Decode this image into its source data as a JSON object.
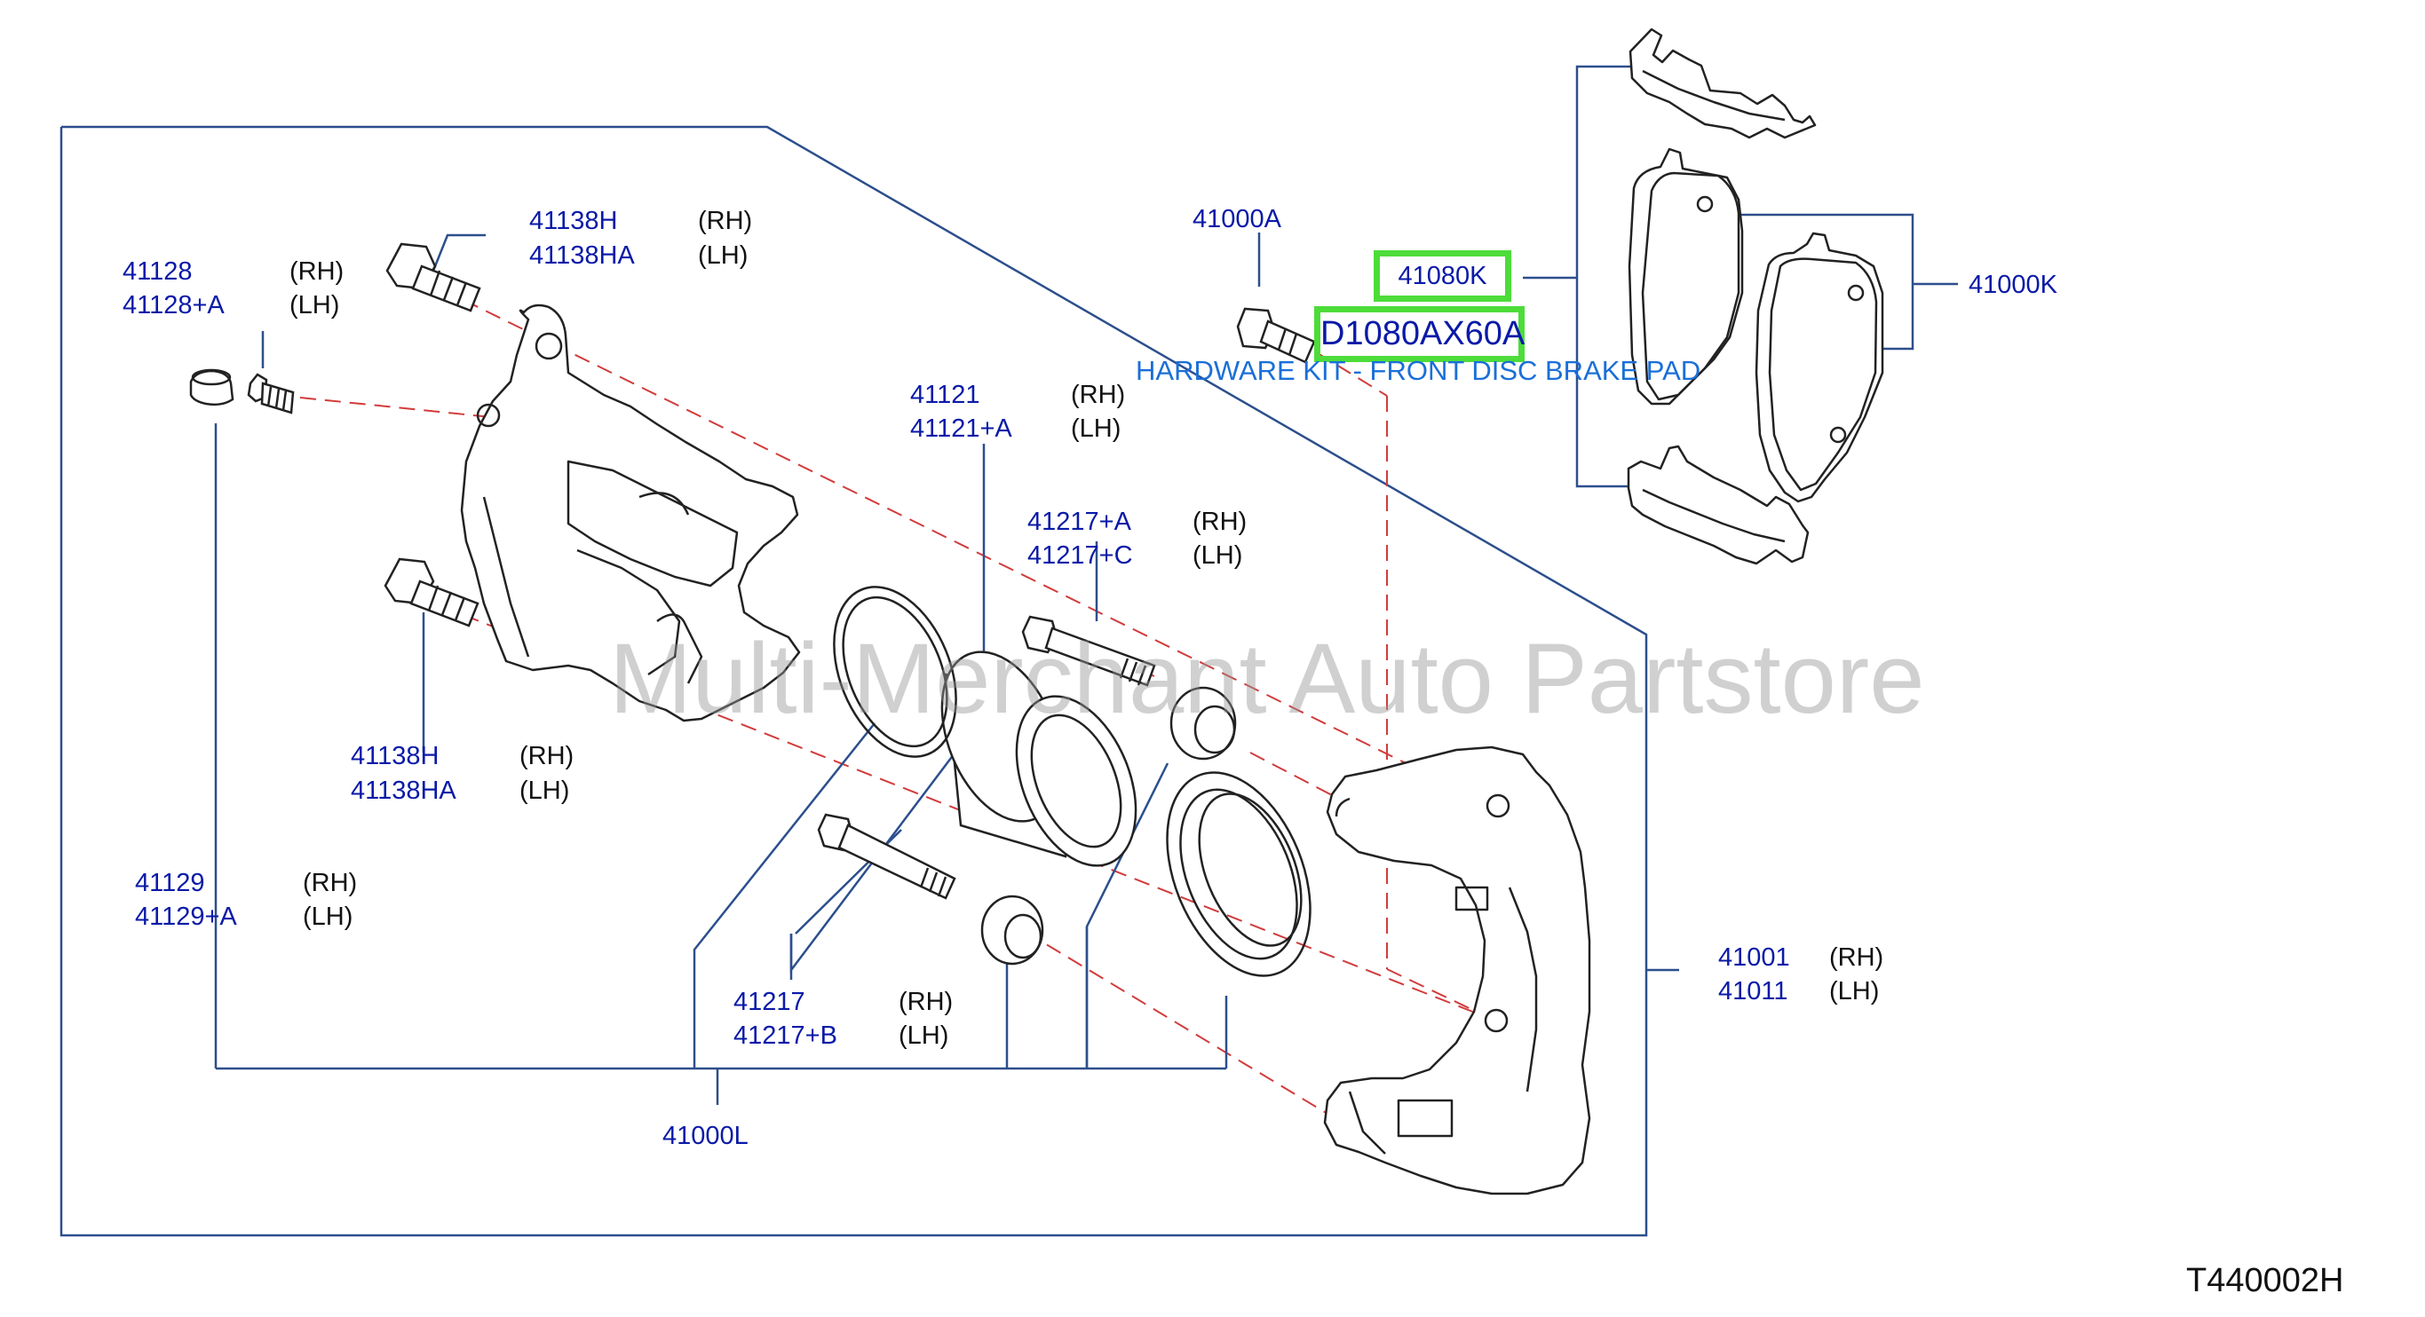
{
  "diagram": {
    "watermark": "Multi-Merchant Auto Partstore",
    "figure_id": "T440002H",
    "highlight": {
      "part_number": "41080K",
      "alt_part_number": "D1080AX60A",
      "description": "HARDWARE KIT - FRONT DISC BRAKE PAD"
    },
    "callouts": [
      {
        "name": "callout-41138h-top",
        "parts": [
          "41138H",
          "41138HA"
        ],
        "sides": [
          "(RH)",
          "(LH)"
        ]
      },
      {
        "name": "callout-41128",
        "parts": [
          "41128",
          "41128+A"
        ],
        "sides": [
          "(RH)",
          "(LH)"
        ]
      },
      {
        "name": "callout-41000a",
        "parts": [
          "41000A"
        ],
        "sides": []
      },
      {
        "name": "callout-41000k",
        "parts": [
          "41000K"
        ],
        "sides": []
      },
      {
        "name": "callout-41121",
        "parts": [
          "41121",
          "41121+A"
        ],
        "sides": [
          "(RH)",
          "(LH)"
        ]
      },
      {
        "name": "callout-41217a",
        "parts": [
          "41217+A",
          "41217+C"
        ],
        "sides": [
          "(RH)",
          "(LH)"
        ]
      },
      {
        "name": "callout-41138h-bottom",
        "parts": [
          "41138H",
          "41138HA"
        ],
        "sides": [
          "(RH)",
          "(LH)"
        ]
      },
      {
        "name": "callout-41129",
        "parts": [
          "41129",
          "41129+A"
        ],
        "sides": [
          "(RH)",
          "(LH)"
        ]
      },
      {
        "name": "callout-41217",
        "parts": [
          "41217",
          "41217+B"
        ],
        "sides": [
          "(RH)",
          "(LH)"
        ]
      },
      {
        "name": "callout-41001",
        "parts": [
          "41001",
          "41011"
        ],
        "sides": [
          "(RH)",
          "(LH)"
        ]
      },
      {
        "name": "callout-41000l",
        "parts": [
          "41000L"
        ],
        "sides": []
      }
    ],
    "colors": {
      "part_label": "#0a1aa8",
      "leader_line": "#2c4f8c",
      "dashed_line": "#d23b3b",
      "highlight_border": "#4ddc3a",
      "description": "#1a6fd8",
      "drawing": "#222222"
    }
  }
}
